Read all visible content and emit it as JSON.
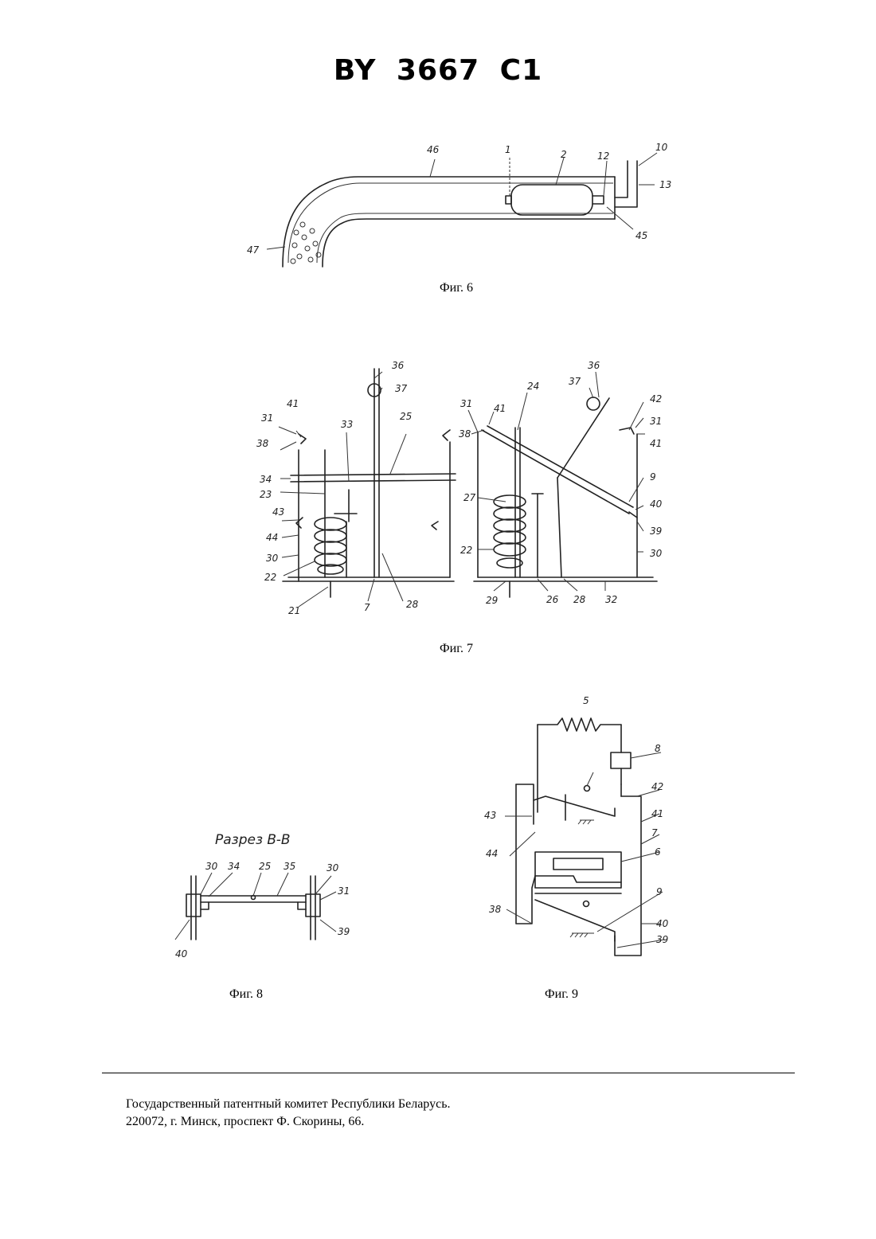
{
  "header": {
    "patent_number": "BY 3667 C1"
  },
  "figures": {
    "fig6": {
      "caption": "Фиг. 6",
      "labels": [
        "46",
        "1",
        "2",
        "12",
        "10",
        "13",
        "45",
        "47"
      ]
    },
    "fig7": {
      "caption": "Фиг. 7",
      "labels": [
        "36",
        "37",
        "33",
        "25",
        "31",
        "41",
        "38",
        "34",
        "23",
        "43",
        "44",
        "30",
        "22",
        "21",
        "7",
        "28",
        "24",
        "36",
        "37",
        "31",
        "41",
        "38",
        "27",
        "22",
        "29",
        "26",
        "28",
        "32",
        "42",
        "31",
        "41",
        "9",
        "40",
        "39",
        "30"
      ]
    },
    "fig8": {
      "caption": "Фиг. 8",
      "section_title": "Разрез B-B",
      "labels": [
        "30",
        "34",
        "25",
        "35",
        "30",
        "31",
        "39",
        "40"
      ]
    },
    "fig9": {
      "caption": "Фиг. 9",
      "labels": [
        "5",
        "8",
        "42",
        "43",
        "41",
        "7",
        "44",
        "6",
        "9",
        "38",
        "40",
        "39"
      ]
    }
  },
  "footer": {
    "line1": "Государственный патентный комитет Республики Беларусь.",
    "line2": "220072, г. Минск, проспект Ф. Скорины, 66."
  }
}
